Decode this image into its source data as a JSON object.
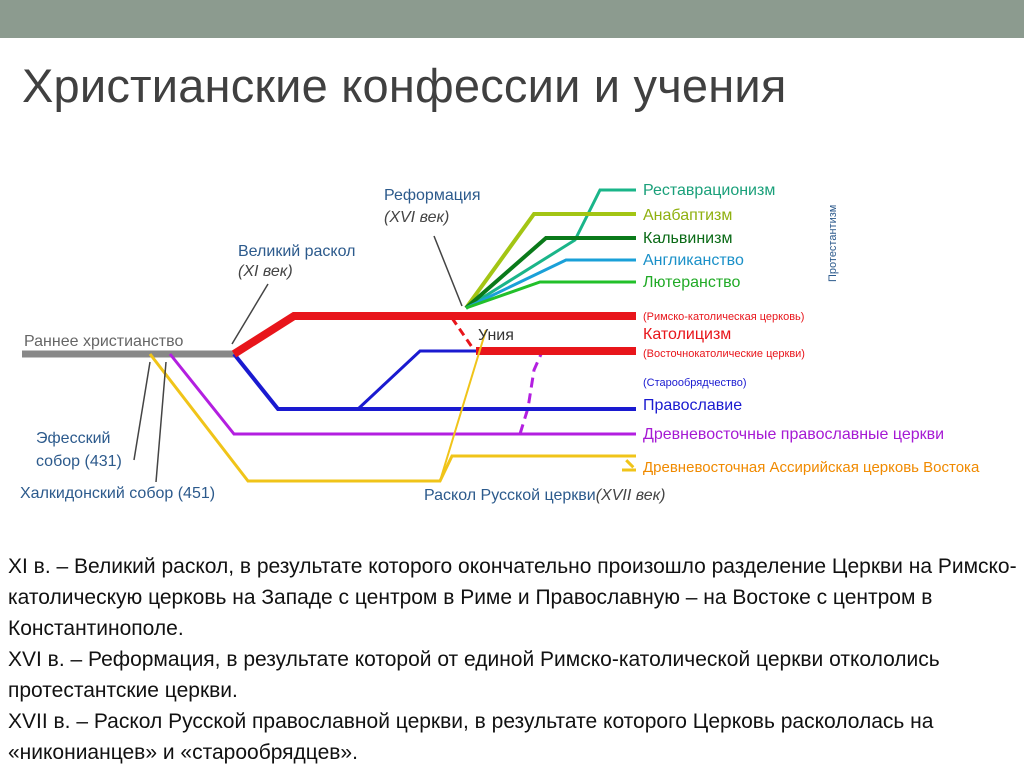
{
  "title": "Христианские конфессии и учения",
  "labels": {
    "early": "Раннее христианство",
    "schism": "Великий раскол",
    "schism_date": "(XI век)",
    "reformation": "Реформация",
    "reformation_date": "(XVI век)",
    "ephesus_1": "Эфесский",
    "ephesus_2": "собор (431)",
    "chalcedon": "Халкидонский собор (451)",
    "russian_schism": "Раскол Русской церкви",
    "russian_schism_date": "(XVII век)",
    "union": "Уния",
    "protestantism": "Протестантизм"
  },
  "branches": {
    "restorationism": "Реставрационизм",
    "anabaptism": "Анабаптизм",
    "calvinism": "Кальвинизм",
    "anglicanism": "Англиканство",
    "lutheranism": "Лютеранство",
    "roman_catholic": "(Римско-католическая церковь)",
    "catholicism": "Католицизм",
    "eastern_catholic": "(Восточнокатолические церкви)",
    "old_believers": "(Старообрядчество)",
    "orthodoxy": "Православие",
    "oriental_orthodox": "Древневосточные православные церкви",
    "assyrian": "Древневосточная Ассирийская церковь Востока"
  },
  "colors": {
    "early": "#888888",
    "catholic": "#e8151b",
    "orthodox": "#1a1ad0",
    "oriental": "#b31fe0",
    "assyrian": "#f0c419",
    "assyrian_label": "#f08a00",
    "restorationism": "#1ab589",
    "anabaptism": "#a3c514",
    "calvinism": "#0a7a1a",
    "anglicanism": "#1aa0d8",
    "lutheranism": "#22c02a",
    "topbar": "#8c9b8f"
  },
  "description": [
    "XI в. – Великий раскол, в результате которого окончательно произошло разделение Церкви на Римско-католическую церковь на Западе с центром в Риме и Православную – на Востоке с центром в Константинополе.",
    "XVI в. – Реформация, в результате которой от единой Римско-католической церкви откололись протестантские церкви.",
    "XVII в. – Раскол Русской православной церкви, в результате которого Церковь раскололась на «никонианцев» и «старообрядцев»."
  ]
}
